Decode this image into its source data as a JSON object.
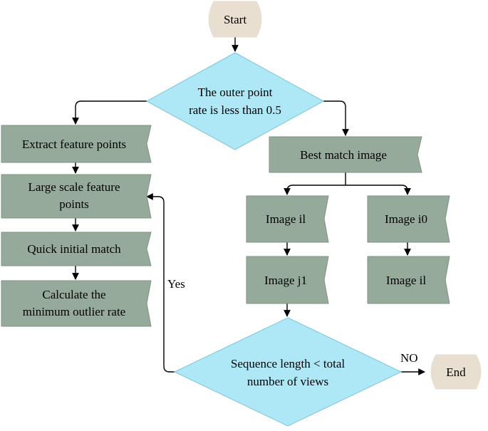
{
  "colors": {
    "terminal_fill": "#e8dfd0",
    "process_fill": "#95aa9a",
    "process_stroke": "#7f9483",
    "decision_fill": "#aee8f6",
    "decision_stroke": "#7fc5d8",
    "edge": "#000000"
  },
  "nodes": {
    "start": {
      "label": "Start"
    },
    "decision_outer": {
      "lines": [
        "The outer point",
        "rate is less than 0.5"
      ]
    },
    "extract": {
      "lines": [
        "Extract feature points"
      ]
    },
    "large_scale": {
      "lines": [
        "Large scale feature",
        "points"
      ]
    },
    "quick_match": {
      "lines": [
        "Quick initial match"
      ]
    },
    "calc_min": {
      "lines": [
        "Calculate the",
        "minimum outlier rate"
      ]
    },
    "best_match": {
      "lines": [
        "Best match image"
      ]
    },
    "image_il_left": {
      "lines": [
        "Image il"
      ]
    },
    "image_j1": {
      "lines": [
        "Image j1"
      ]
    },
    "image_i0": {
      "lines": [
        "Image i0"
      ]
    },
    "image_il_right": {
      "lines": [
        "Image il"
      ]
    },
    "decision_sequence": {
      "lines": [
        "Sequence length < total",
        "number of views"
      ]
    },
    "end": {
      "label": "End"
    }
  },
  "edge_labels": {
    "yes": "Yes",
    "no": "NO"
  }
}
